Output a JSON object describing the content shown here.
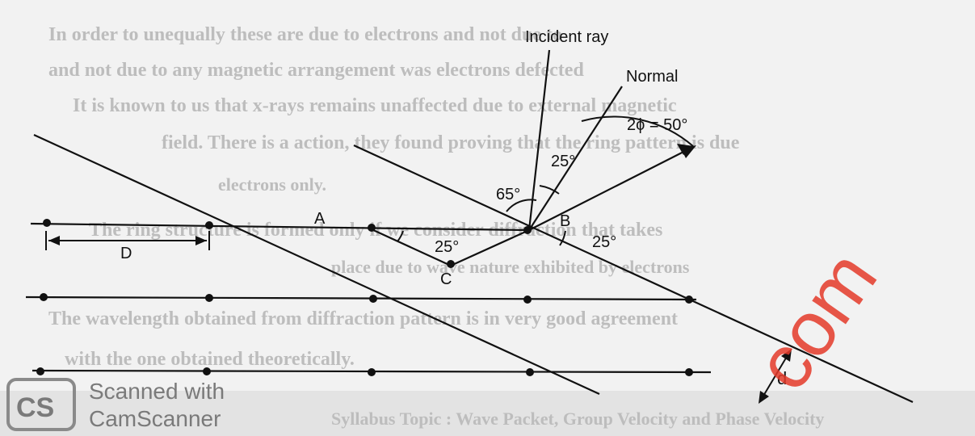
{
  "diagram": {
    "labels": {
      "incident_ray": "Incident ray",
      "normal": "Normal",
      "angle_2phi": "2ϕ = 50°",
      "angle_65": "65°",
      "angle_25_top": "25°",
      "angle_25_c": "25°",
      "angle_25_b": "25°",
      "point_a": "A",
      "point_b": "B",
      "point_c": "C",
      "spacing_D": "D",
      "spacing_d": "d"
    }
  },
  "background_text": [
    "In order to unequally these are due to electrons and not due to",
    "and not due to any magnetic arrangement was electrons defected",
    "It is known to us that x-rays remains unaffected due to external magnetic",
    "field. There is a action, they found proving that the ring pattern is due",
    "electrons only.",
    "The ring structure is formed only if we consider diffraction that takes",
    "place due to wave nature exhibited by electrons",
    "The wavelength obtained from diffraction pattern is in very good agreement",
    "with the one obtained theoretically.",
    "Syllabus Topic : Wave Packet, Group Velocity and Phase Velocity"
  ],
  "watermark": {
    "text": "com",
    "color": "#e53a2a"
  },
  "scanner_badge": {
    "logo": "CS",
    "line1": "Scanned with",
    "line2": "CamScanner"
  }
}
